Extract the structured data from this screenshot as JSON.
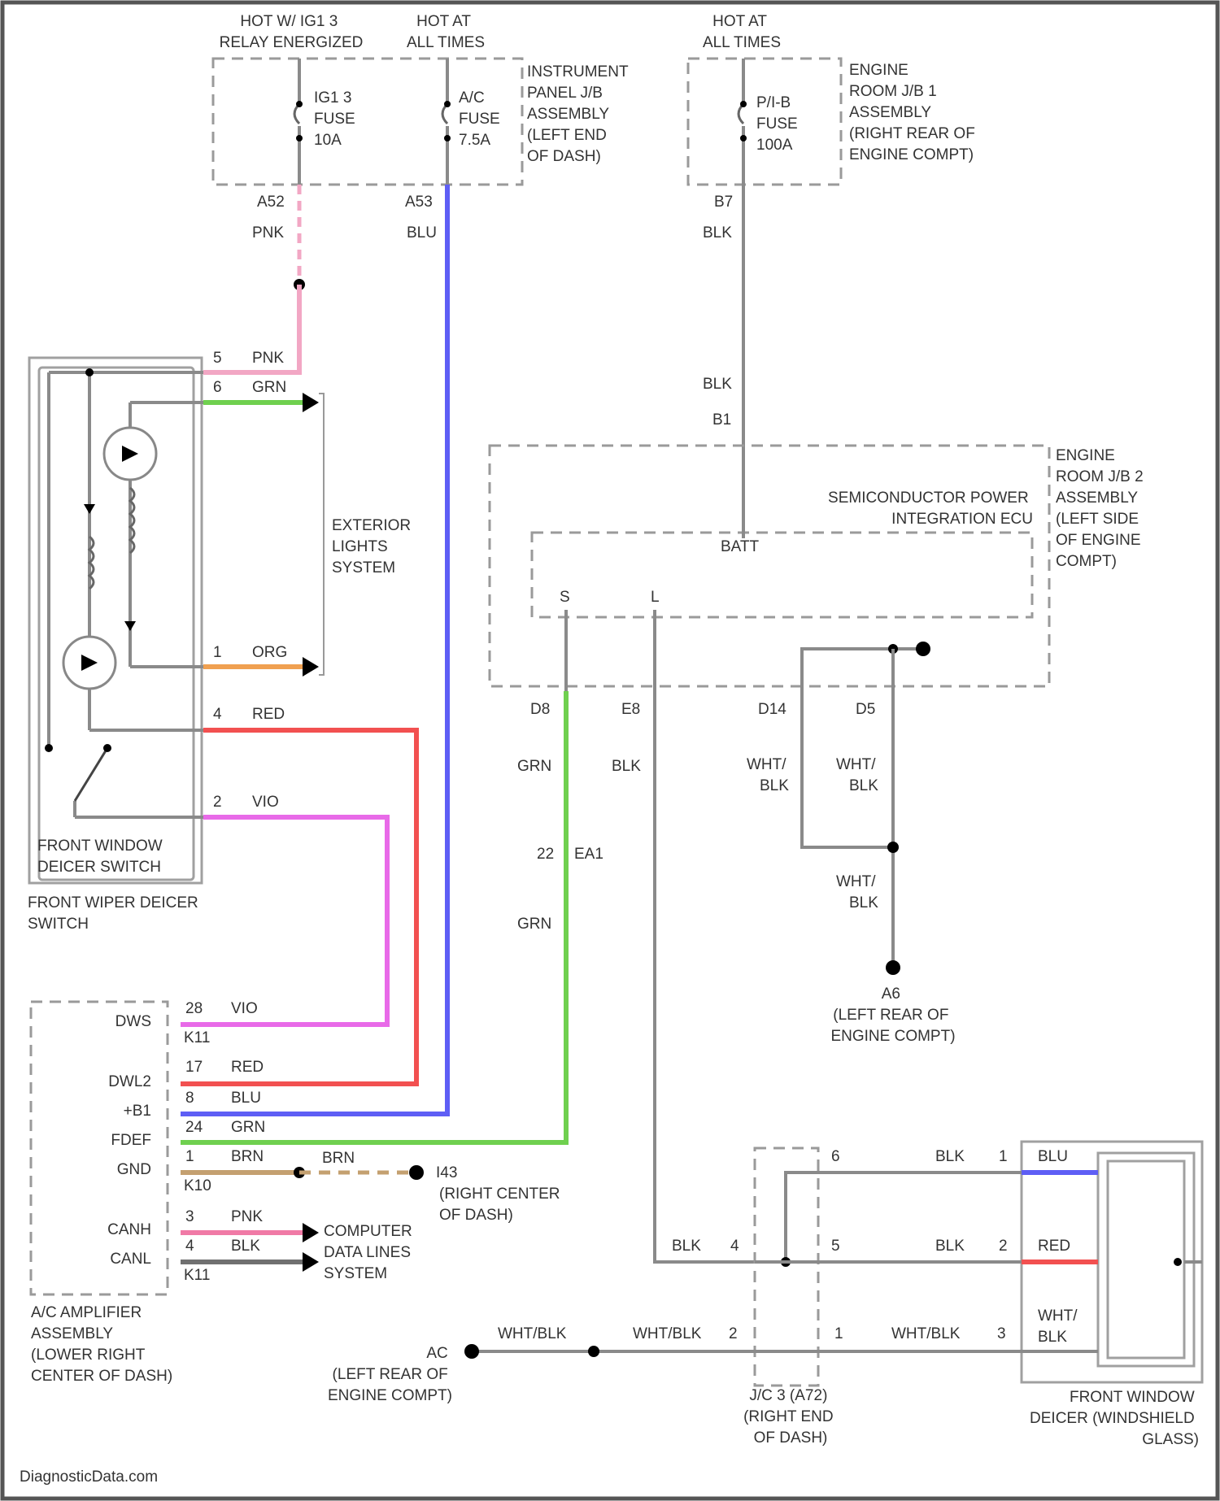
{
  "page": {
    "border_color": "#555555",
    "watermark": "DiagnosticData.com"
  },
  "colors": {
    "pnk": "#f2a7c4",
    "blu": "#5e5ef5",
    "grn": "#6fd04f",
    "org": "#f0a050",
    "red": "#f25050",
    "vio": "#e86ae8",
    "brn": "#c4a070",
    "blk": "#8a8a8a",
    "pnk_can": "#f07aa6",
    "blk_can": "#707070"
  },
  "headers": {
    "hot_ig1": [
      "HOT W/ IG1 3",
      "RELAY ENERGIZED"
    ],
    "hot_all_1": [
      "HOT AT",
      "ALL TIMES"
    ],
    "hot_all_2": [
      "HOT AT",
      "ALL TIMES"
    ]
  },
  "fuses": {
    "ig1": [
      "IG1 3",
      "FUSE",
      "10A"
    ],
    "ac": [
      "A/C",
      "FUSE",
      "7.5A"
    ],
    "pm": [
      "P/I-B",
      "FUSE",
      "100A"
    ]
  },
  "components": {
    "instrument_jb": [
      "INSTRUMENT",
      "PANEL J/B",
      "ASSEMBLY",
      "(LEFT END",
      "OF DASH)"
    ],
    "engine_jb1": [
      "ENGINE",
      "ROOM J/B 1",
      "ASSEMBLY",
      "(RIGHT REAR OF",
      "ENGINE COMPT)"
    ],
    "engine_jb2": [
      "ENGINE",
      "ROOM J/B 2",
      "ASSEMBLY",
      "(LEFT SIDE",
      "OF ENGINE",
      "COMPT)"
    ],
    "semiconductor": [
      "SEMICONDUCTOR POWER",
      "INTEGRATION ECU"
    ],
    "exterior_lights": [
      "EXTERIOR",
      "LIGHTS",
      "SYSTEM"
    ],
    "deicer_switch": [
      "FRONT WINDOW",
      "DEICER SWITCH"
    ],
    "wiper_switch": [
      "FRONT WIPER DEICER",
      "SWITCH"
    ],
    "ac_amplifier": [
      "A/C AMPLIFIER",
      "ASSEMBLY",
      "(LOWER RIGHT",
      "CENTER OF DASH)"
    ],
    "computer_data": [
      "COMPUTER",
      "DATA LINES",
      "SYSTEM"
    ],
    "ground_a6": [
      "A6",
      "(LEFT REAR OF",
      "ENGINE COMPT)"
    ],
    "ground_i43": [
      "I43",
      "(RIGHT CENTER",
      "OF DASH)"
    ],
    "ground_ac": [
      "AC",
      "(LEFT REAR OF",
      "ENGINE COMPT)"
    ],
    "jc3": [
      "J/C 3 (A72)",
      "(RIGHT END",
      "OF DASH)"
    ],
    "deicer_glass": [
      "FRONT WINDOW",
      "DEICER (WINDSHIELD",
      "GLASS)"
    ]
  },
  "connectors": {
    "a52": "A52",
    "a53": "A53",
    "b7": "B7",
    "b1": "B1",
    "batt": "BATT",
    "s": "S",
    "l": "L",
    "d8": "D8",
    "e8": "E8",
    "d14": "D14",
    "d5": "D5",
    "ea1": "EA1",
    "ea1_pin": "22",
    "k11": "K11",
    "k10": "K10"
  },
  "wire_labels": {
    "pnk_a52": "PNK",
    "blu_a53": "BLU",
    "blk_b7": "BLK",
    "blk_b1": "BLK",
    "sw_pin5": "5",
    "sw_pnk": "PNK",
    "sw_pin6": "6",
    "sw_grn": "GRN",
    "sw_pin1": "1",
    "sw_org": "ORG",
    "sw_pin4": "4",
    "sw_red": "RED",
    "sw_pin2": "2",
    "sw_vio": "VIO",
    "grn_d8": "GRN",
    "blk_e8": "BLK",
    "wht_d14": "WHT/",
    "blk_d14": "BLK",
    "wht_d5": "WHT/",
    "blk_d5": "BLK",
    "grn_ea1": "GRN",
    "wht_a6": "WHT/",
    "blk_a6": "BLK",
    "pin_28": "28",
    "vio_28": "VIO",
    "pin_17": "17",
    "red_17": "RED",
    "pin_8": "8",
    "blu_8": "BLU",
    "pin_24": "24",
    "grn_24": "GRN",
    "pin_1": "1",
    "brn_1": "BRN",
    "brn_gnd": "BRN",
    "pin_3": "3",
    "pnk_3": "PNK",
    "pin_4": "4",
    "blk_4": "BLK",
    "jc_6": "6",
    "jc_blk_6": "BLK",
    "jc_1": "1",
    "jc_blu": "BLU",
    "jc_blk_4": "BLK",
    "jc_4": "4",
    "jc_5": "5",
    "jc_blk_5": "BLK",
    "jc_2": "2",
    "jc_red": "RED",
    "wht_blk_a": "WHT/BLK",
    "wht_blk_b": "WHT/BLK",
    "jc_2b": "2",
    "jc_1b": "1",
    "wht_blk_c": "WHT/BLK",
    "jc_3": "3",
    "jc_wht": "WHT/",
    "jc_blk": "BLK"
  },
  "amp_pins": [
    "DWS",
    "DWL2",
    "+B1",
    "FDEF",
    "GND",
    "CANH",
    "CANL"
  ]
}
